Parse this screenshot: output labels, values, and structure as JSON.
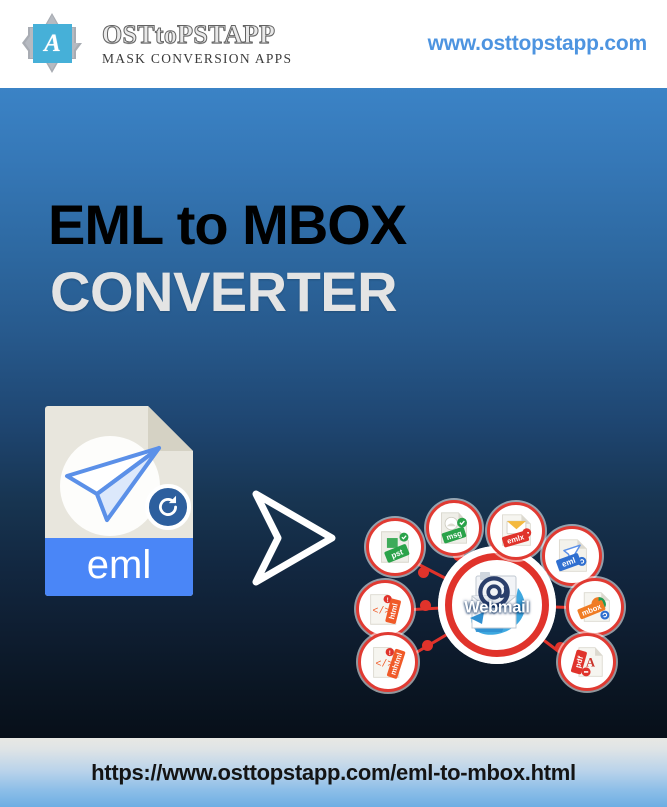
{
  "header": {
    "logo_icon": "diamond-logo-icon",
    "logo_letter": "A",
    "brand_name": "OSTtoPSTAPP",
    "brand_tagline": "MASK CONVERSION APPS",
    "site_url": "www.osttopstapp.com"
  },
  "hero": {
    "title_line1": "EML to MBOX",
    "title_line2": "CONVERTER"
  },
  "source_file": {
    "icon": "eml-document-icon",
    "extension_label": "eml",
    "badge_icon": "refresh-icon",
    "content_icon": "paper-plane-icon"
  },
  "arrow": {
    "icon": "arrow-right-icon"
  },
  "cluster": {
    "hub": {
      "label": "Webmail",
      "icon": "webmail-envelope-icon"
    },
    "nodes": [
      {
        "label": "pst",
        "icon": "pst-file-icon",
        "color": "#2aa34a"
      },
      {
        "label": "msg",
        "icon": "msg-file-icon",
        "color": "#2aa34a"
      },
      {
        "label": "emlx",
        "icon": "emlx-file-icon",
        "color": "#e0332b"
      },
      {
        "label": "eml",
        "icon": "eml-file-icon",
        "color": "#2f6fd0"
      },
      {
        "label": "mbox",
        "icon": "mbox-file-icon",
        "color": "#f07c24"
      },
      {
        "label": "pdf",
        "icon": "pdf-file-icon",
        "color": "#e0332b"
      },
      {
        "label": "html",
        "icon": "html-file-icon",
        "color": "#f05a28"
      },
      {
        "label": "mhtml",
        "icon": "mhtml-file-icon",
        "color": "#f05a28"
      }
    ]
  },
  "footer": {
    "page_url": "https://www.osttopstapp.com/eml-to-mbox.html"
  },
  "colors": {
    "accent_blue": "#4d94e0",
    "brand_tile": "#46b0d8",
    "node_red": "#e0332b",
    "label_blue": "#4a86f7"
  }
}
